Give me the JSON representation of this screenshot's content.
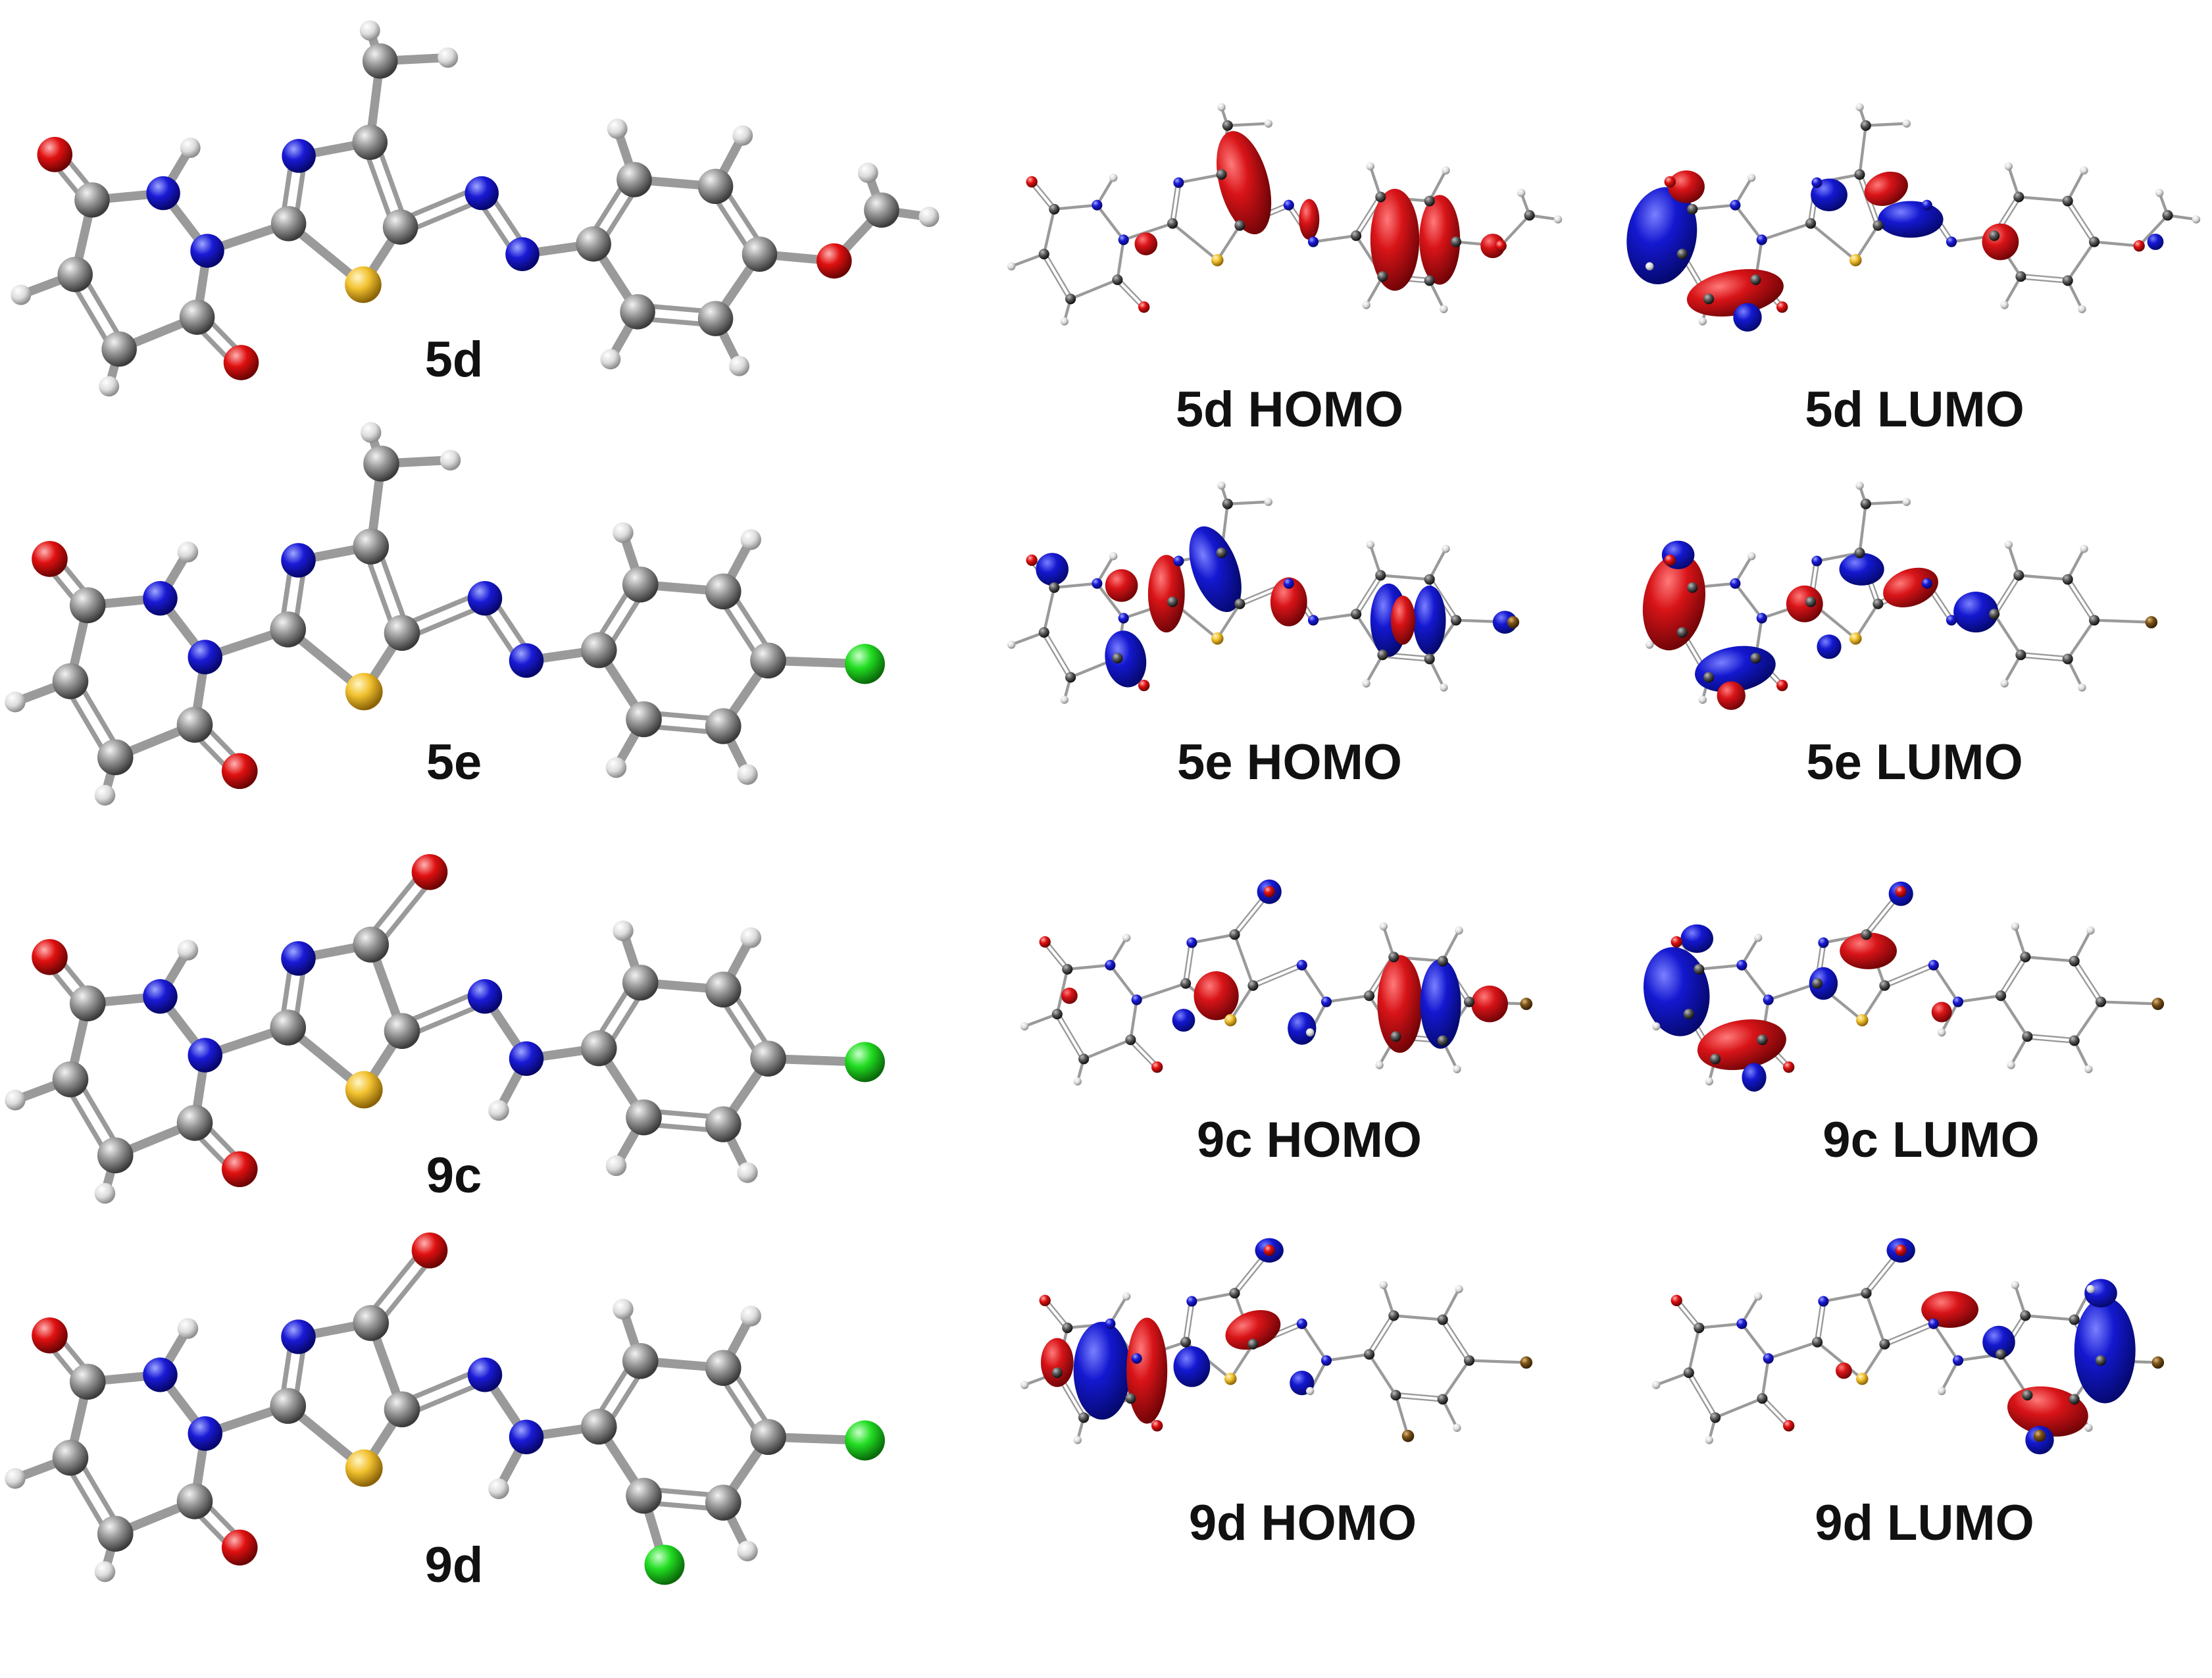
{
  "colors": {
    "carbon": "#8a8a8a",
    "hydrogen": "#e6e6e6",
    "nitrogen": "#1a1ad6",
    "oxygen": "#e01010",
    "sulfur": "#f2c230",
    "chlorine": "#22dd22",
    "orbital_positive": "#d81418",
    "orbital_negative": "#1418d0",
    "halogen_small": "#7a5218"
  },
  "structures": {
    "s5d": "5d",
    "s5e": "5e",
    "s9c": "9c",
    "s9d": "9d"
  },
  "orbitals": {
    "homo_5d": "5d HOMO",
    "lumo_5d": "5d LUMO",
    "homo_5e": "5e HOMO",
    "lumo_5e": "5e LUMO",
    "homo_9c": "9c HOMO",
    "lumo_9c": "9c LUMO",
    "homo_9d": "9d HOMO",
    "lumo_9d": "9d LUMO"
  }
}
